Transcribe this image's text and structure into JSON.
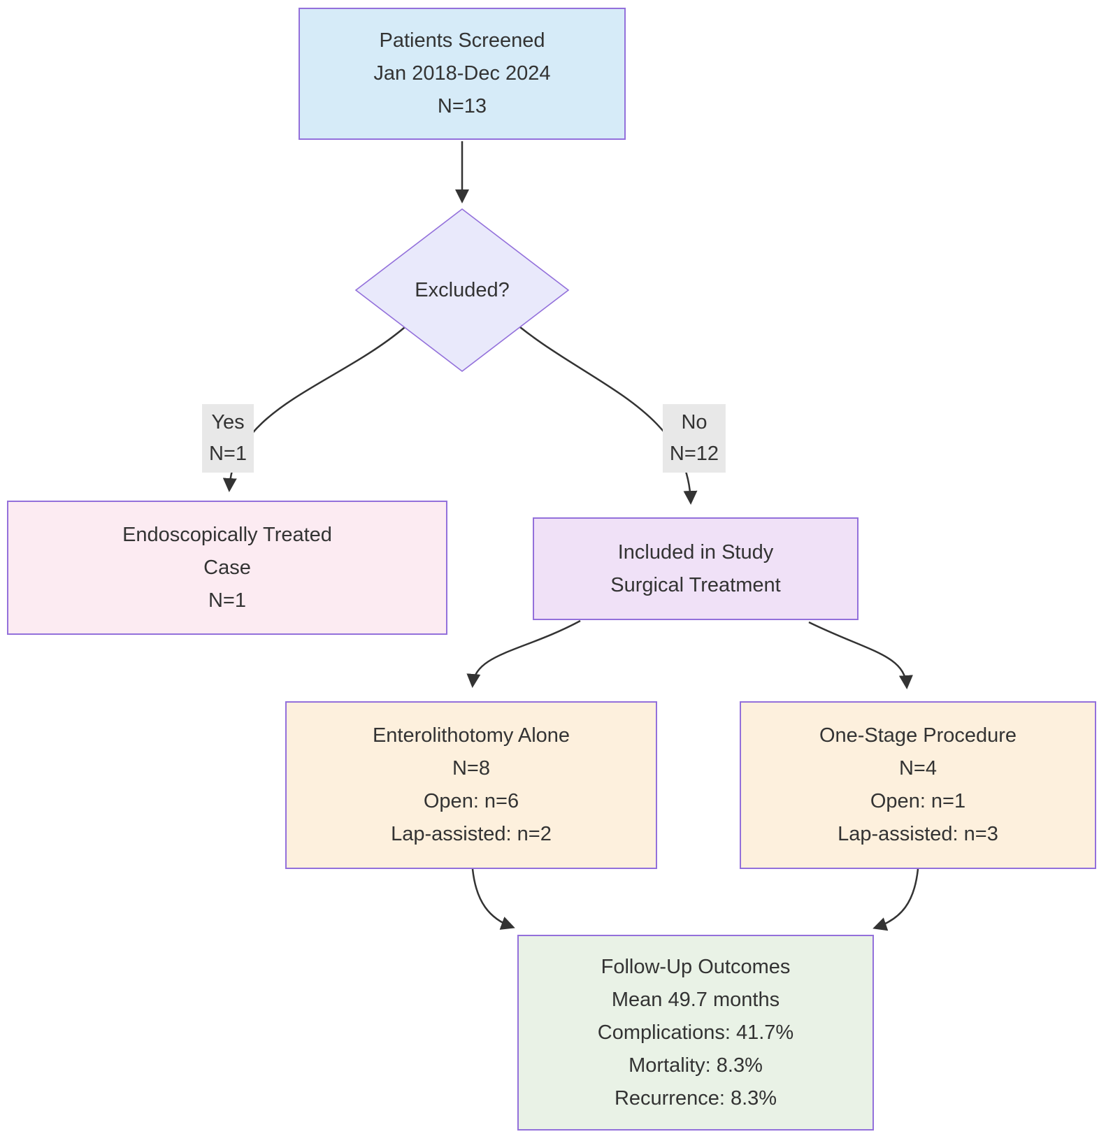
{
  "diagram": {
    "nodes": {
      "screened": {
        "lines": [
          "Patients Screened",
          "Jan 2018-Dec 2024",
          "N=13"
        ],
        "fill": "#d6ebf8"
      },
      "excluded_decision": {
        "label": "Excluded?",
        "fill": "#e9e9fb"
      },
      "endoscopic": {
        "lines": [
          "Endoscopically Treated",
          "Case",
          "N=1"
        ],
        "fill": "#fcebf2"
      },
      "included": {
        "lines": [
          "Included in Study",
          "Surgical Treatment"
        ],
        "fill": "#f0e1f7"
      },
      "enterolithotomy": {
        "lines": [
          "Enterolithotomy Alone",
          "N=8",
          "Open: n=6",
          "Lap-assisted: n=2"
        ],
        "fill": "#fdf0dd"
      },
      "one_stage": {
        "lines": [
          "One-Stage Procedure",
          "N=4",
          "Open: n=1",
          "Lap-assisted: n=3"
        ],
        "fill": "#fdf0dd"
      },
      "follow_up": {
        "lines": [
          "Follow-Up Outcomes",
          "Mean 49.7 months",
          "Complications: 41.7%",
          "Mortality: 8.3%",
          "Recurrence: 8.3%"
        ],
        "fill": "#e9f2e6"
      }
    },
    "edge_labels": {
      "yes": {
        "lines": [
          "Yes",
          "N=1"
        ]
      },
      "no": {
        "lines": [
          "No",
          "N=12"
        ]
      }
    },
    "colors": {
      "node_border": "#9370db",
      "edge_line": "#333333",
      "text": "#333333",
      "edge_label_bg": "#e8e8e8",
      "background": "#ffffff"
    }
  }
}
